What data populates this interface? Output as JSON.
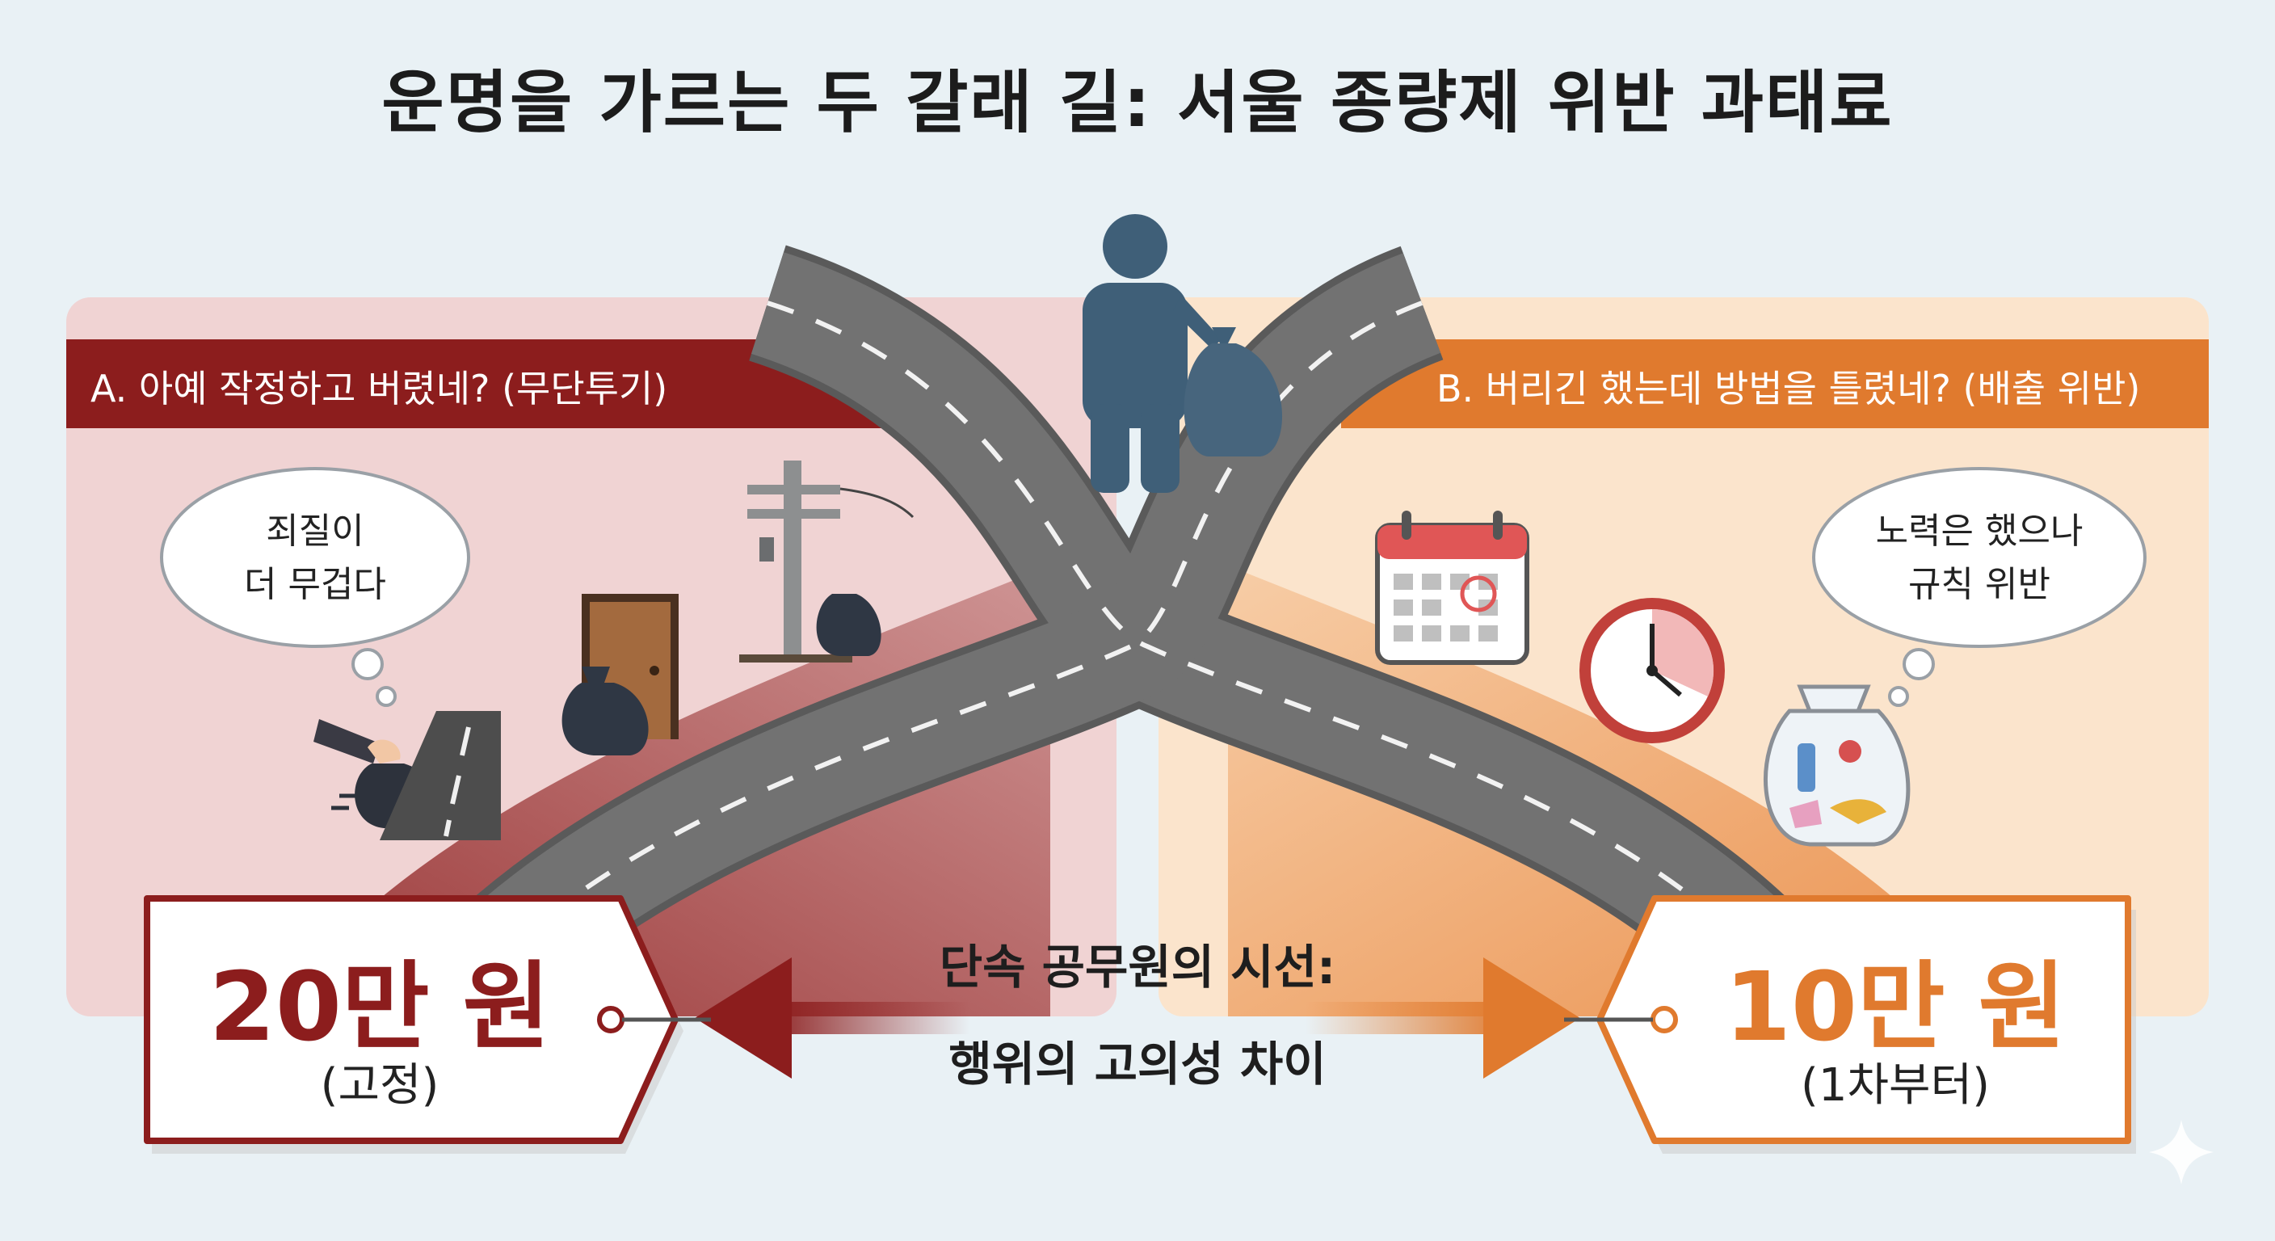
{
  "title": "운명을 가르는 두 갈래 길: 서울 종량제 위반 과태료",
  "colors": {
    "left_accent": "#8c1d1d",
    "right_accent": "#e07a2e",
    "left_panel": "#f0d3d3",
    "right_panel": "#fbe4cc",
    "road": "#707070",
    "background": "#e9f1f5"
  },
  "left_path": {
    "banner": "A. 아예 작정하고 버렸네? (무단투기)",
    "thought_line1": "죄질이",
    "thought_line2": "더 무겁다",
    "fine_amount": "20만 원",
    "fine_note": "(고정)",
    "icons": [
      "hand-dropping-bag-icon",
      "door-icon",
      "trash-bag-icon",
      "utility-pole-icon"
    ]
  },
  "right_path": {
    "banner": "B. 버리긴 했는데 방법을 틀렸네? (배출 위반)",
    "thought_line1": "노력은 했으나",
    "thought_line2": "규칙 위반",
    "fine_amount": "10만 원",
    "fine_note": "(1차부터)",
    "icons": [
      "calendar-icon",
      "clock-icon",
      "clear-trash-bag-icon"
    ]
  },
  "center": {
    "line1": "단속 공무원의 시선:",
    "line2": "행위의 고의성 차이"
  }
}
